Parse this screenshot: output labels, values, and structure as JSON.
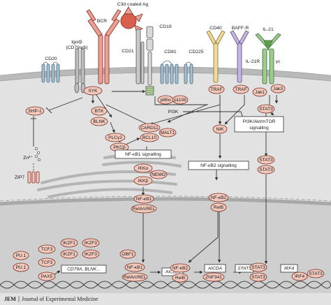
{
  "receptors": {
    "cd20": "CD20",
    "igab": "Igα/β",
    "cd79": "(CD79a/b)",
    "bcr": "BCR",
    "c3d": "C3d coated Ag",
    "cd19": "CD19",
    "cd21": "CD21",
    "cd81": "CD81",
    "cd225": "CD225",
    "cd40": "CD40",
    "baffr": "BAFF-R",
    "il21": "IL-21",
    "il21r": "IL-21R",
    "gammac": "γc"
  },
  "signaling": {
    "syk": "SYK",
    "p85a": "p85α",
    "p110d": "p110δ",
    "pi3k": "PI3K",
    "traf1": "TRAF",
    "traf2": "TRAF",
    "jak1": "Jak1",
    "jak3": "Jak3",
    "shp1": "SHP-1",
    "btk": "BTK",
    "blnk": "BLNK",
    "card11": "CARD11",
    "malt1": "MALT1",
    "bcl10": "BCL10",
    "nik": "NIK",
    "stat3_a": "STAT3",
    "plcg2": "PLCγ2",
    "pkcb": "PKCβ",
    "ikka": "IKKα",
    "nemo": "NEMO",
    "ikkb": "IKKβ",
    "zn": "Zn²⁺",
    "zip7": "ZIP7",
    "nfkb1_a": "NF-κB1",
    "relacrel_a": "RelA/cREL",
    "nfkb2_a": "NF-κB2",
    "relb_a": "RelB",
    "stat3_b": "STAT3",
    "stat3_c": "STAT3"
  },
  "pathways": {
    "nfkb1": "NF-κB1 signalling",
    "nfkb2": "NF-κB2 signalling",
    "pi3k_akt_1": "PI3K/Akt/mTOR",
    "pi3k_akt_2": "signalling"
  },
  "nucleus": {
    "pu1_a": "PU.1",
    "pu1_b": "PU.1",
    "tcf3_a": "TCF3",
    "tcf3_b": "TCF3",
    "ikzf1_a": "IKZF1",
    "ikzf1_b": "IKZF1",
    "ikzf3_a": "IKZF3",
    "ikzf3_b": "IKZF3",
    "pax5": "PAX5",
    "cd79a_blnk": "CD79A, BLNK...",
    "obf1": "OBF1",
    "nfkb1": "NF-κB1",
    "relacrel": "RelA/cREL",
    "aicda_1": "AICDA",
    "nfkb2": "NF-κB2",
    "relb": "RelB",
    "aicda_2": "AICDA",
    "znf341": "ZNF341",
    "stat3_gene": "STAT3",
    "stat3_1": "STAT3",
    "stat3_2": "STAT3",
    "irf4_gene": "IRF4",
    "irf4": "IRF4",
    "stat3_3": "STAT3"
  },
  "footer": {
    "logo": "JEM",
    "journal": "Journal of Experimental Medicine"
  }
}
